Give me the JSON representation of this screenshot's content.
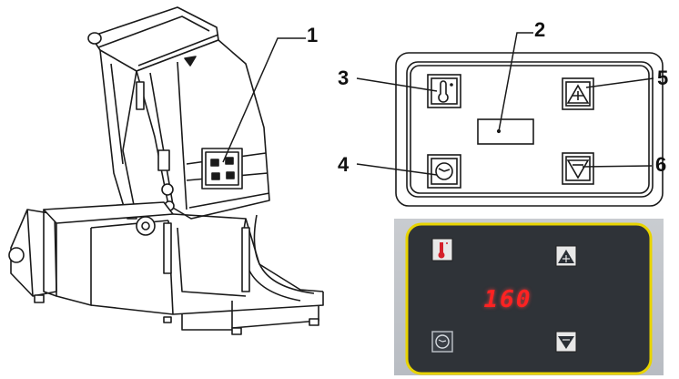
{
  "callouts": {
    "c1": "1",
    "c2": "2",
    "c3": "3",
    "c4": "4",
    "c5": "5",
    "c6": "6"
  },
  "display": {
    "reading": "160"
  },
  "colors": {
    "line": "#1a1a1a",
    "panel_dark": "#2f3338",
    "panel_border": "#e8d400",
    "led": "#ff2222"
  },
  "icons": {
    "temperature": "thermometer-icon",
    "time": "clock-icon",
    "increase": "plus-triangle-icon",
    "decrease": "minus-triangle-icon"
  }
}
